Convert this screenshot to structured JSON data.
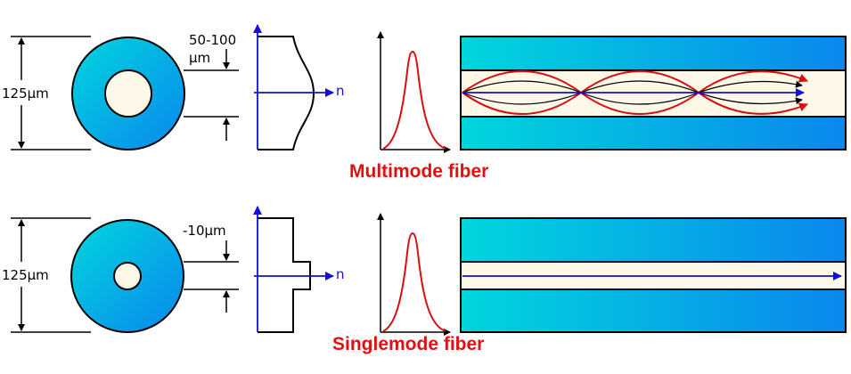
{
  "diagram": {
    "colors": {
      "cladding_start": "#00d4dc",
      "cladding_end": "#0a8ff0",
      "core": "#fdf8e8",
      "axis": "#1010d8",
      "ray": "#d41010",
      "caption": "#e01010",
      "outline": "#000000"
    },
    "multimode": {
      "caption": "Multimode fiber",
      "diameter_label": "125µm",
      "core_label_line1": "50-100",
      "core_label_line2": "µm",
      "index_axis_label": "n"
    },
    "singlemode": {
      "caption": "Singlemode fiber",
      "diameter_label": "125µm",
      "core_label": "-10µm",
      "index_axis_label": "n"
    }
  }
}
